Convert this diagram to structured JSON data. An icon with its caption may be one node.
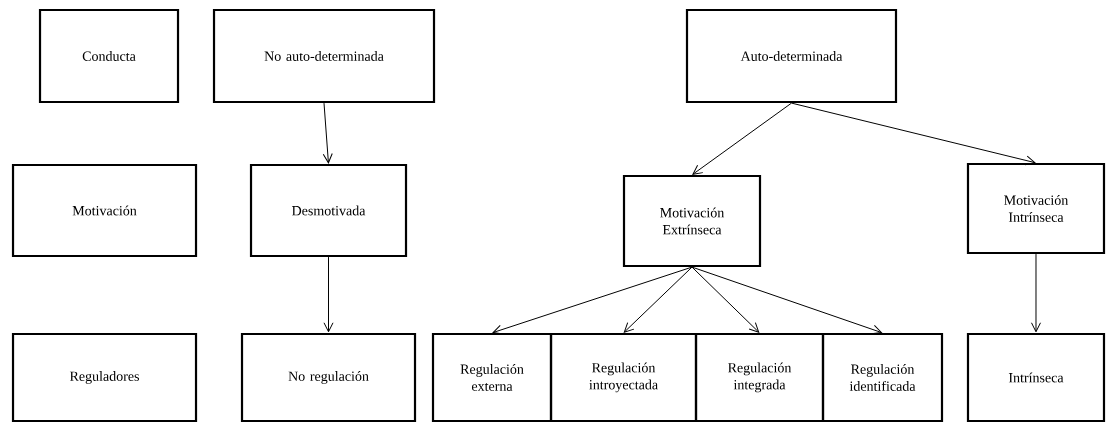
{
  "diagram": {
    "nodes": [
      {
        "text": [
          "Conducta"
        ]
      },
      {
        "text": [
          "No auto-determinada"
        ]
      },
      {
        "text": [
          "Auto-determinada"
        ]
      },
      {
        "text": [
          "Motivación"
        ]
      },
      {
        "text": [
          "Desmotivada"
        ]
      },
      {
        "text": [
          "Motivación Extrínseca"
        ]
      },
      {
        "text": [
          "Motivación Intrínseca"
        ]
      },
      {
        "text": [
          "Reguladores"
        ]
      },
      {
        "text": [
          "No regulación"
        ]
      },
      {
        "text": [
          "Regulación externa"
        ]
      },
      {
        "text": [
          "Regulación introyectada"
        ]
      },
      {
        "text": [
          "Regulación integrada"
        ]
      },
      {
        "text": [
          "Regulación identificada"
        ]
      },
      {
        "text": [
          "Intrínseca"
        ]
      }
    ],
    "edges": [
      {
        "from": 1,
        "to": 4,
        "arrow": "to"
      },
      {
        "from": 2,
        "to": 5,
        "arrow": "to"
      },
      {
        "from": 2,
        "to": 6,
        "arrow": "to"
      },
      {
        "from": 4,
        "to": 8,
        "arrow": "to"
      },
      {
        "from": 5,
        "to": 9,
        "arrow": "to"
      },
      {
        "from": 5,
        "to": 10,
        "arrow": "to"
      },
      {
        "from": 5,
        "to": 11,
        "arrow": "to"
      },
      {
        "from": 5,
        "to": 12,
        "arrow": "to"
      },
      {
        "from": 6,
        "to": 13,
        "arrow": "to"
      }
    ]
  }
}
